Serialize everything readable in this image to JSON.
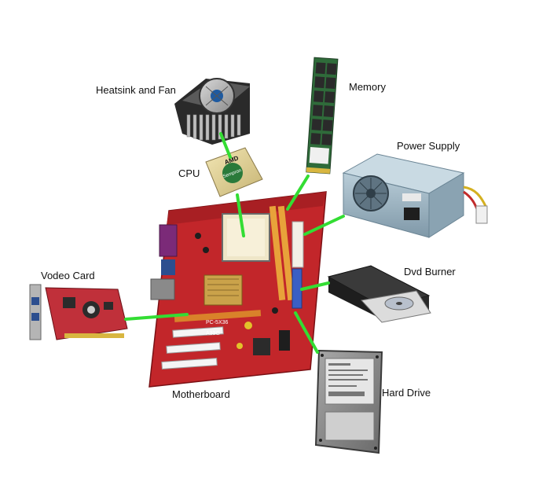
{
  "labels": {
    "heatsink": "Heatsink and Fan",
    "memory": "Memory",
    "cpu": "CPU",
    "power_supply": "Power Supply",
    "video_card": "Vodeo Card",
    "dvd_burner": "Dvd Burner",
    "motherboard": "Motherboard",
    "hard_drive": "Hard Drive"
  },
  "cpu_markings": {
    "brand": "AMD",
    "model": "Sempron"
  },
  "motherboard_markings": {
    "model": "PC-5X36",
    "chip": "A33G"
  },
  "colors": {
    "connector_line": "#33dd33",
    "motherboard_pcb": "#c2262a",
    "video_card_pcb": "#c0303a",
    "psu_case": "#9fb6c4",
    "hdd_case": "#8c8c8c",
    "dvd_case": "#1e1e1e",
    "memory_chips": "#2a2a2a"
  }
}
